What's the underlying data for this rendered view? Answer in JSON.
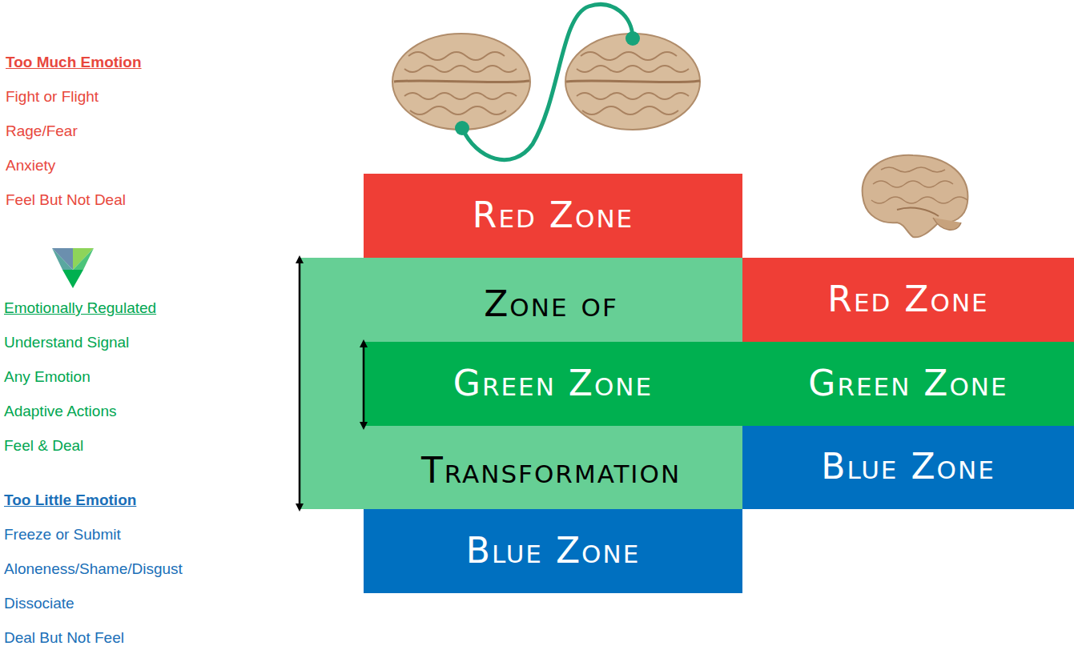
{
  "diagram": {
    "nodes": [
      {
        "text": [
          "Red Zone"
        ]
      },
      {
        "text": [
          "Zone of Transformation"
        ]
      },
      {
        "text": [
          "Green Zone"
        ],
        "in": 1
      },
      {
        "text": [
          "Red Zone"
        ]
      },
      {
        "text": [
          "Green Zone"
        ]
      },
      {
        "text": [
          "Blue Zone"
        ]
      },
      {
        "text": [
          "Blue Zone"
        ]
      }
    ],
    "labels": [
      "Too Much Emotion",
      "Fight or Flight",
      "Rage/Fear",
      "Anxiety",
      "Feel But Not Deal",
      "Emotionally Regulated",
      "Understand Signal",
      "Any Emotion",
      "Adaptive Actions",
      "Feel & Deal",
      "Too Little Emotion",
      "Freeze or Submit",
      "Aloneness/Shame/Disgust",
      "Dissociate",
      "Deal But Not Feel"
    ]
  }
}
